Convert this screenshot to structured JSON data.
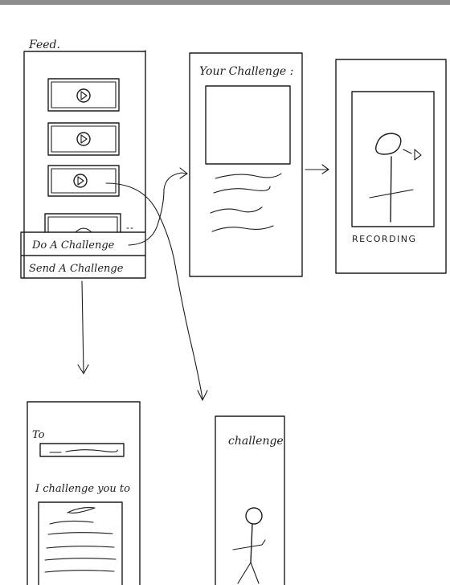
{
  "screens": {
    "feed": {
      "title": "Feed.",
      "menu": {
        "do_label": "Do A Challenge",
        "send_label": "Send A Challenge"
      },
      "video_icon": "play-icon"
    },
    "your_challenge": {
      "title": "Your Challenge :"
    },
    "recording": {
      "status": "RECORDING"
    },
    "send": {
      "to_label": "To",
      "prompt": "I challenge you to"
    },
    "challenge_view": {
      "title": "challenge"
    }
  },
  "colors": {
    "ink": "#1d1d1d",
    "paper": "#ffffff",
    "top_bar": "#8e8e8e"
  }
}
